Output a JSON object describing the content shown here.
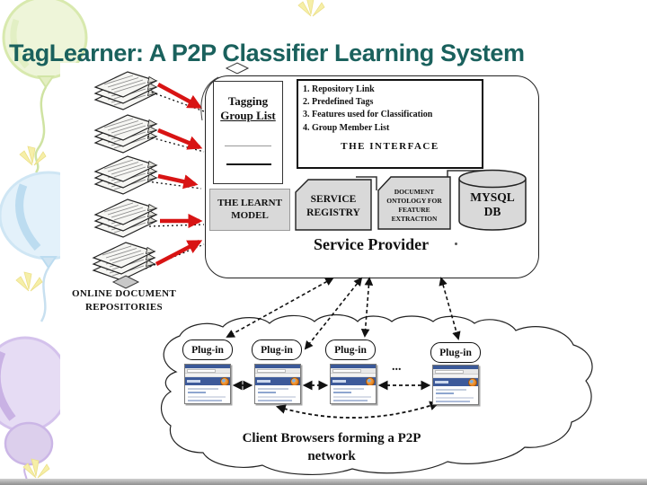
{
  "title": "TagLearner: A P2P Classifier Learning System",
  "colors": {
    "title_teal": "#1a615d",
    "arrow_red": "#d81414",
    "shape_gray": "#d9d9d9",
    "banner_blue": "#3d5a9a"
  },
  "diagram": {
    "tagging_box": {
      "line1": "Tagging",
      "line2": "Group List"
    },
    "interface_box": {
      "items": [
        "1. Repository Link",
        "2. Predefined Tags",
        "3. Features used for Classification",
        "4. Group Member List"
      ],
      "label": "THE INTERFACE"
    },
    "learnt_model_label": "THE LEARNT MODEL",
    "service_registry_label": "SERVICE REGISTRY",
    "doc_ontology_label": "DOCUMENT ONTOLOGY FOR FEATURE EXTRACTION",
    "mysql": {
      "line1": "MYSQL",
      "line2": "DB"
    },
    "service_provider_label": "Service Provider",
    "repositories_label": "ONLINE DOCUMENT REPOSITORIES",
    "plugin_label": "Plug-in",
    "ellipsis": "...",
    "cloud_caption": "Client Browsers forming a P2P network"
  }
}
